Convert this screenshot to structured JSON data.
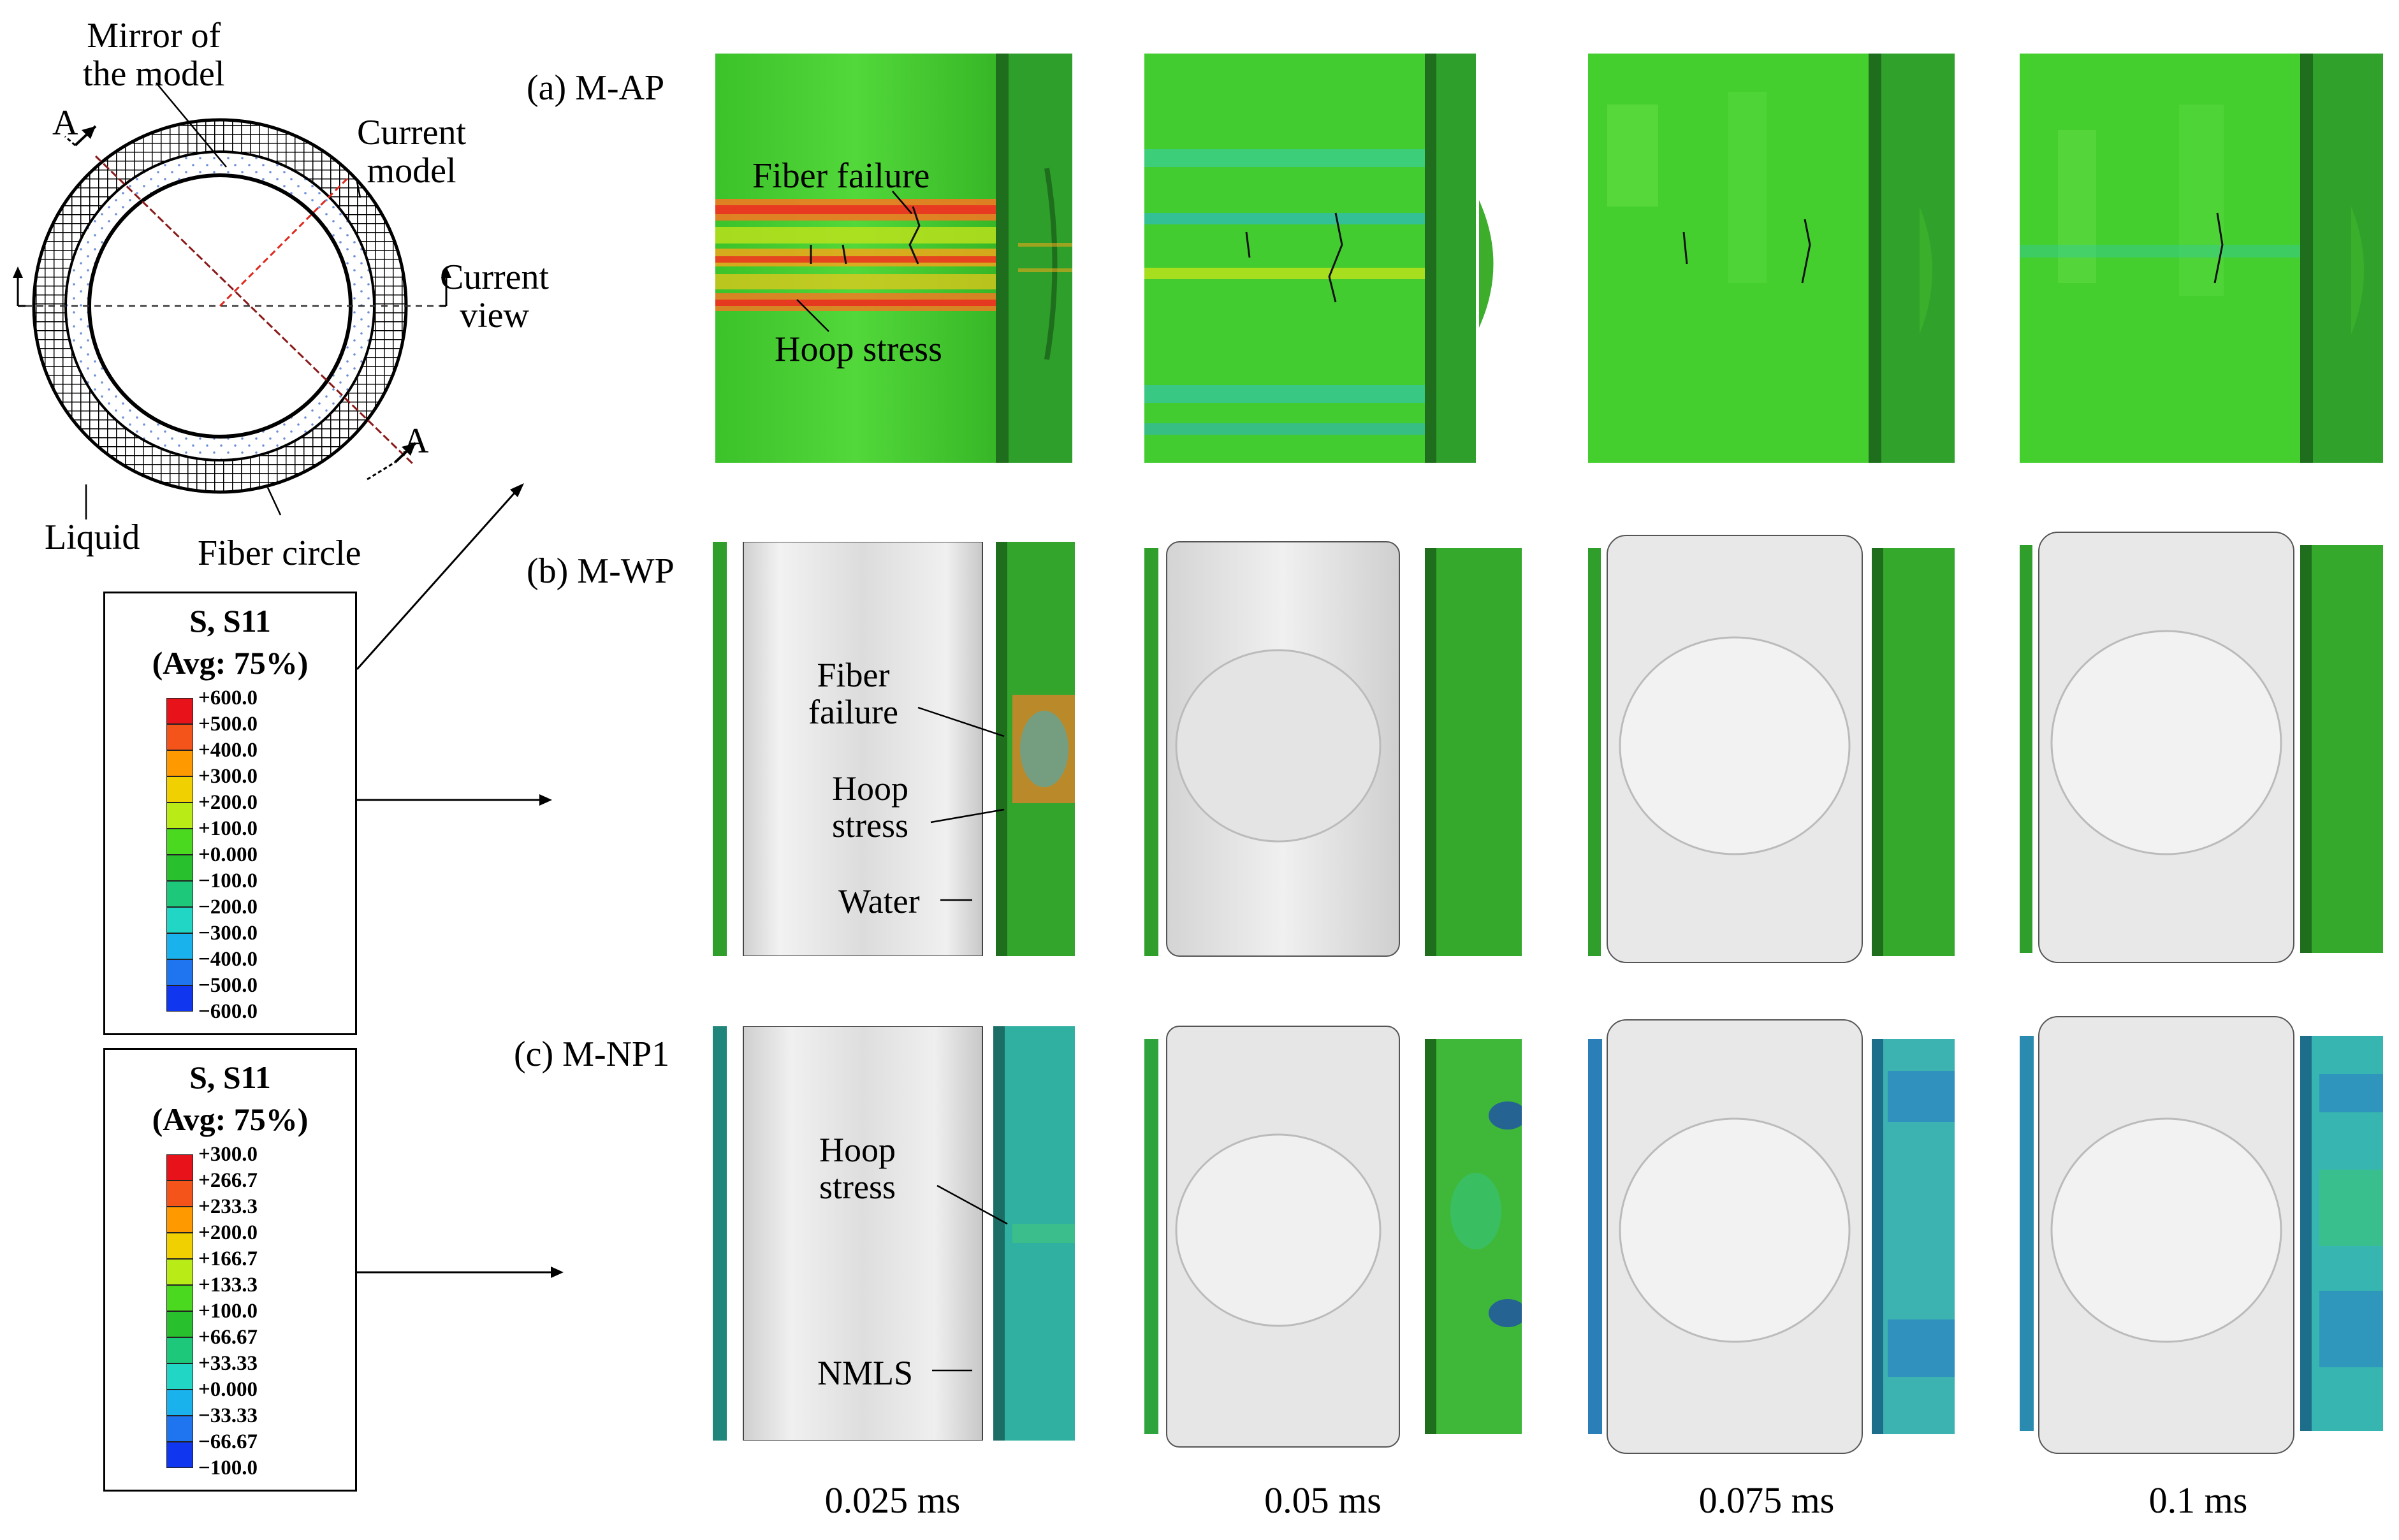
{
  "schematic": {
    "mirror_label": "Mirror of\nthe model",
    "current_model_label": "Current\nmodel",
    "current_view_label": "Current\nview",
    "section_a_top": "A",
    "section_a_bottom": "A",
    "liquid_label": "Liquid",
    "fiber_circle_label": "Fiber circle"
  },
  "rows": [
    {
      "label": "(a) M-AP"
    },
    {
      "label": "(b) M-WP"
    },
    {
      "label": "(c) M-NP1"
    }
  ],
  "times": [
    "0.025 ms",
    "0.05 ms",
    "0.075 ms",
    "0.1 ms"
  ],
  "annotations": {
    "ap_fiber_failure": "Fiber failure",
    "ap_hoop_stress": "Hoop stress",
    "wp_fiber_failure": "Fiber\nfailure",
    "wp_hoop_stress": "Hoop\nstress",
    "wp_water": "Water",
    "np_hoop_stress": "Hoop\nstress",
    "np_nmls": "NMLS"
  },
  "legend1": {
    "title1": "S, S11",
    "title2": "(Avg:  75%)",
    "ticks": [
      "+600.0",
      "+500.0",
      "+400.0",
      "+300.0",
      "+200.0",
      "+100.0",
      "+0.000",
      "−100.0",
      "−200.0",
      "−300.0",
      "−400.0",
      "−500.0",
      "−600.0"
    ],
    "colors": [
      "#e8121b",
      "#f4541a",
      "#ff9900",
      "#f0d000",
      "#b9ec16",
      "#4ad91e",
      "#28c02c",
      "#1ec87a",
      "#22d6c6",
      "#1ab2ec",
      "#1f74f0",
      "#1036f0"
    ]
  },
  "legend2": {
    "title1": "S, S11",
    "title2": "(Avg:  75%)",
    "ticks": [
      "+300.0",
      "+266.7",
      "+233.3",
      "+200.0",
      "+166.7",
      "+133.3",
      "+100.0",
      "+66.67",
      "+33.33",
      "+0.000",
      "−33.33",
      "−66.67",
      "−100.0"
    ],
    "colors": [
      "#e8121b",
      "#f4541a",
      "#ff9900",
      "#f0d000",
      "#b9ec16",
      "#4ad91e",
      "#28c02c",
      "#1ec87a",
      "#22d6c6",
      "#1ab2ec",
      "#1f74f0",
      "#1036f0"
    ]
  },
  "accent_colors": {
    "green_panel": "#3fcf2e",
    "dark_green_edge": "#1f8a25",
    "teal_panel": "#2fb2a6",
    "water_gray": "#e6e6e6"
  }
}
